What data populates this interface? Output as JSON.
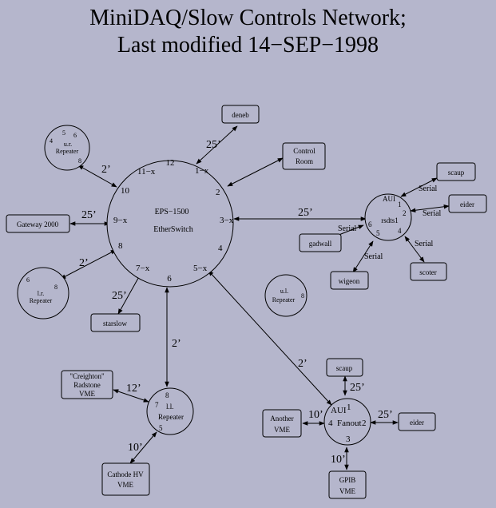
{
  "title": {
    "line1": "MiniDAQ/Slow Controls Network;",
    "line2": "Last modified 14−SEP−1998"
  },
  "switch": {
    "name": "EPS−1500",
    "subname": "EtherSwitch",
    "ports": {
      "p12": "12",
      "p1x": "1−x",
      "p2": "2",
      "p3x": "3−x",
      "p4": "4",
      "p5x": "5−x",
      "p6": "6",
      "p7x": "7−x",
      "p8": "8",
      "p9x": "9−x",
      "p10": "10",
      "p11x": "11−x"
    }
  },
  "ur_repeater": {
    "n4": "4",
    "n5": "5",
    "n6": "6",
    "label1": "u.r.",
    "label2": "Repeater",
    "n8": "8"
  },
  "lr_repeater": {
    "n6": "6",
    "n8": "8",
    "label1": "l.r.",
    "label2": "Repeater"
  },
  "ul_repeater": {
    "label1": "u.l.",
    "label2": "Repeater",
    "n8": "8"
  },
  "ll_repeater": {
    "n8": "8",
    "n7": "7",
    "label1": "l.l.",
    "label2": "Repeater",
    "n5": "5"
  },
  "rsdts1": {
    "aui": "AUI",
    "name": "rsdts1",
    "n1": "1",
    "n2": "2",
    "n4": "4",
    "n5": "5",
    "n6": "6"
  },
  "fanout": {
    "aui": "AUI",
    "n1": "1",
    "n4": "4",
    "name": "Fanout",
    "n2": "2",
    "n3": "3"
  },
  "boxes": {
    "deneb": "deneb",
    "control_room": [
      "Control",
      "Room"
    ],
    "gateway": "Gateway 2000",
    "starslow": "starslow",
    "gadwall": "gadwall",
    "wigeon": "wigeon",
    "scaup_top": "scaup",
    "eider_top": "eider",
    "scoter": "scoter",
    "creighton": [
      "\"Creighton\"",
      "Radstone",
      "VME"
    ],
    "cathode": [
      "Cathode HV",
      "VME"
    ],
    "scaup_bottom": "scaup",
    "another_vme": [
      "Another",
      "VME"
    ],
    "eider_bottom": "eider",
    "gpib": [
      "GPIB",
      "VME"
    ]
  },
  "cable_labels": {
    "deneb": "25’",
    "ur": "2’",
    "gateway": "25’",
    "lr": "2’",
    "starslow": "25’",
    "rsdts1": "25’",
    "ll": "2’",
    "fanout": "2’",
    "creighton": "12’",
    "cathode": "10’",
    "scaup_bottom": "25’",
    "another_vme": "10’",
    "eider_bottom": "25’",
    "gpib": "10’",
    "serial_scaup": "Serial",
    "serial_eider": "Serial",
    "serial_gadwall": "Serial",
    "serial_wigeon": "Serial",
    "serial_scoter": "Serial"
  }
}
